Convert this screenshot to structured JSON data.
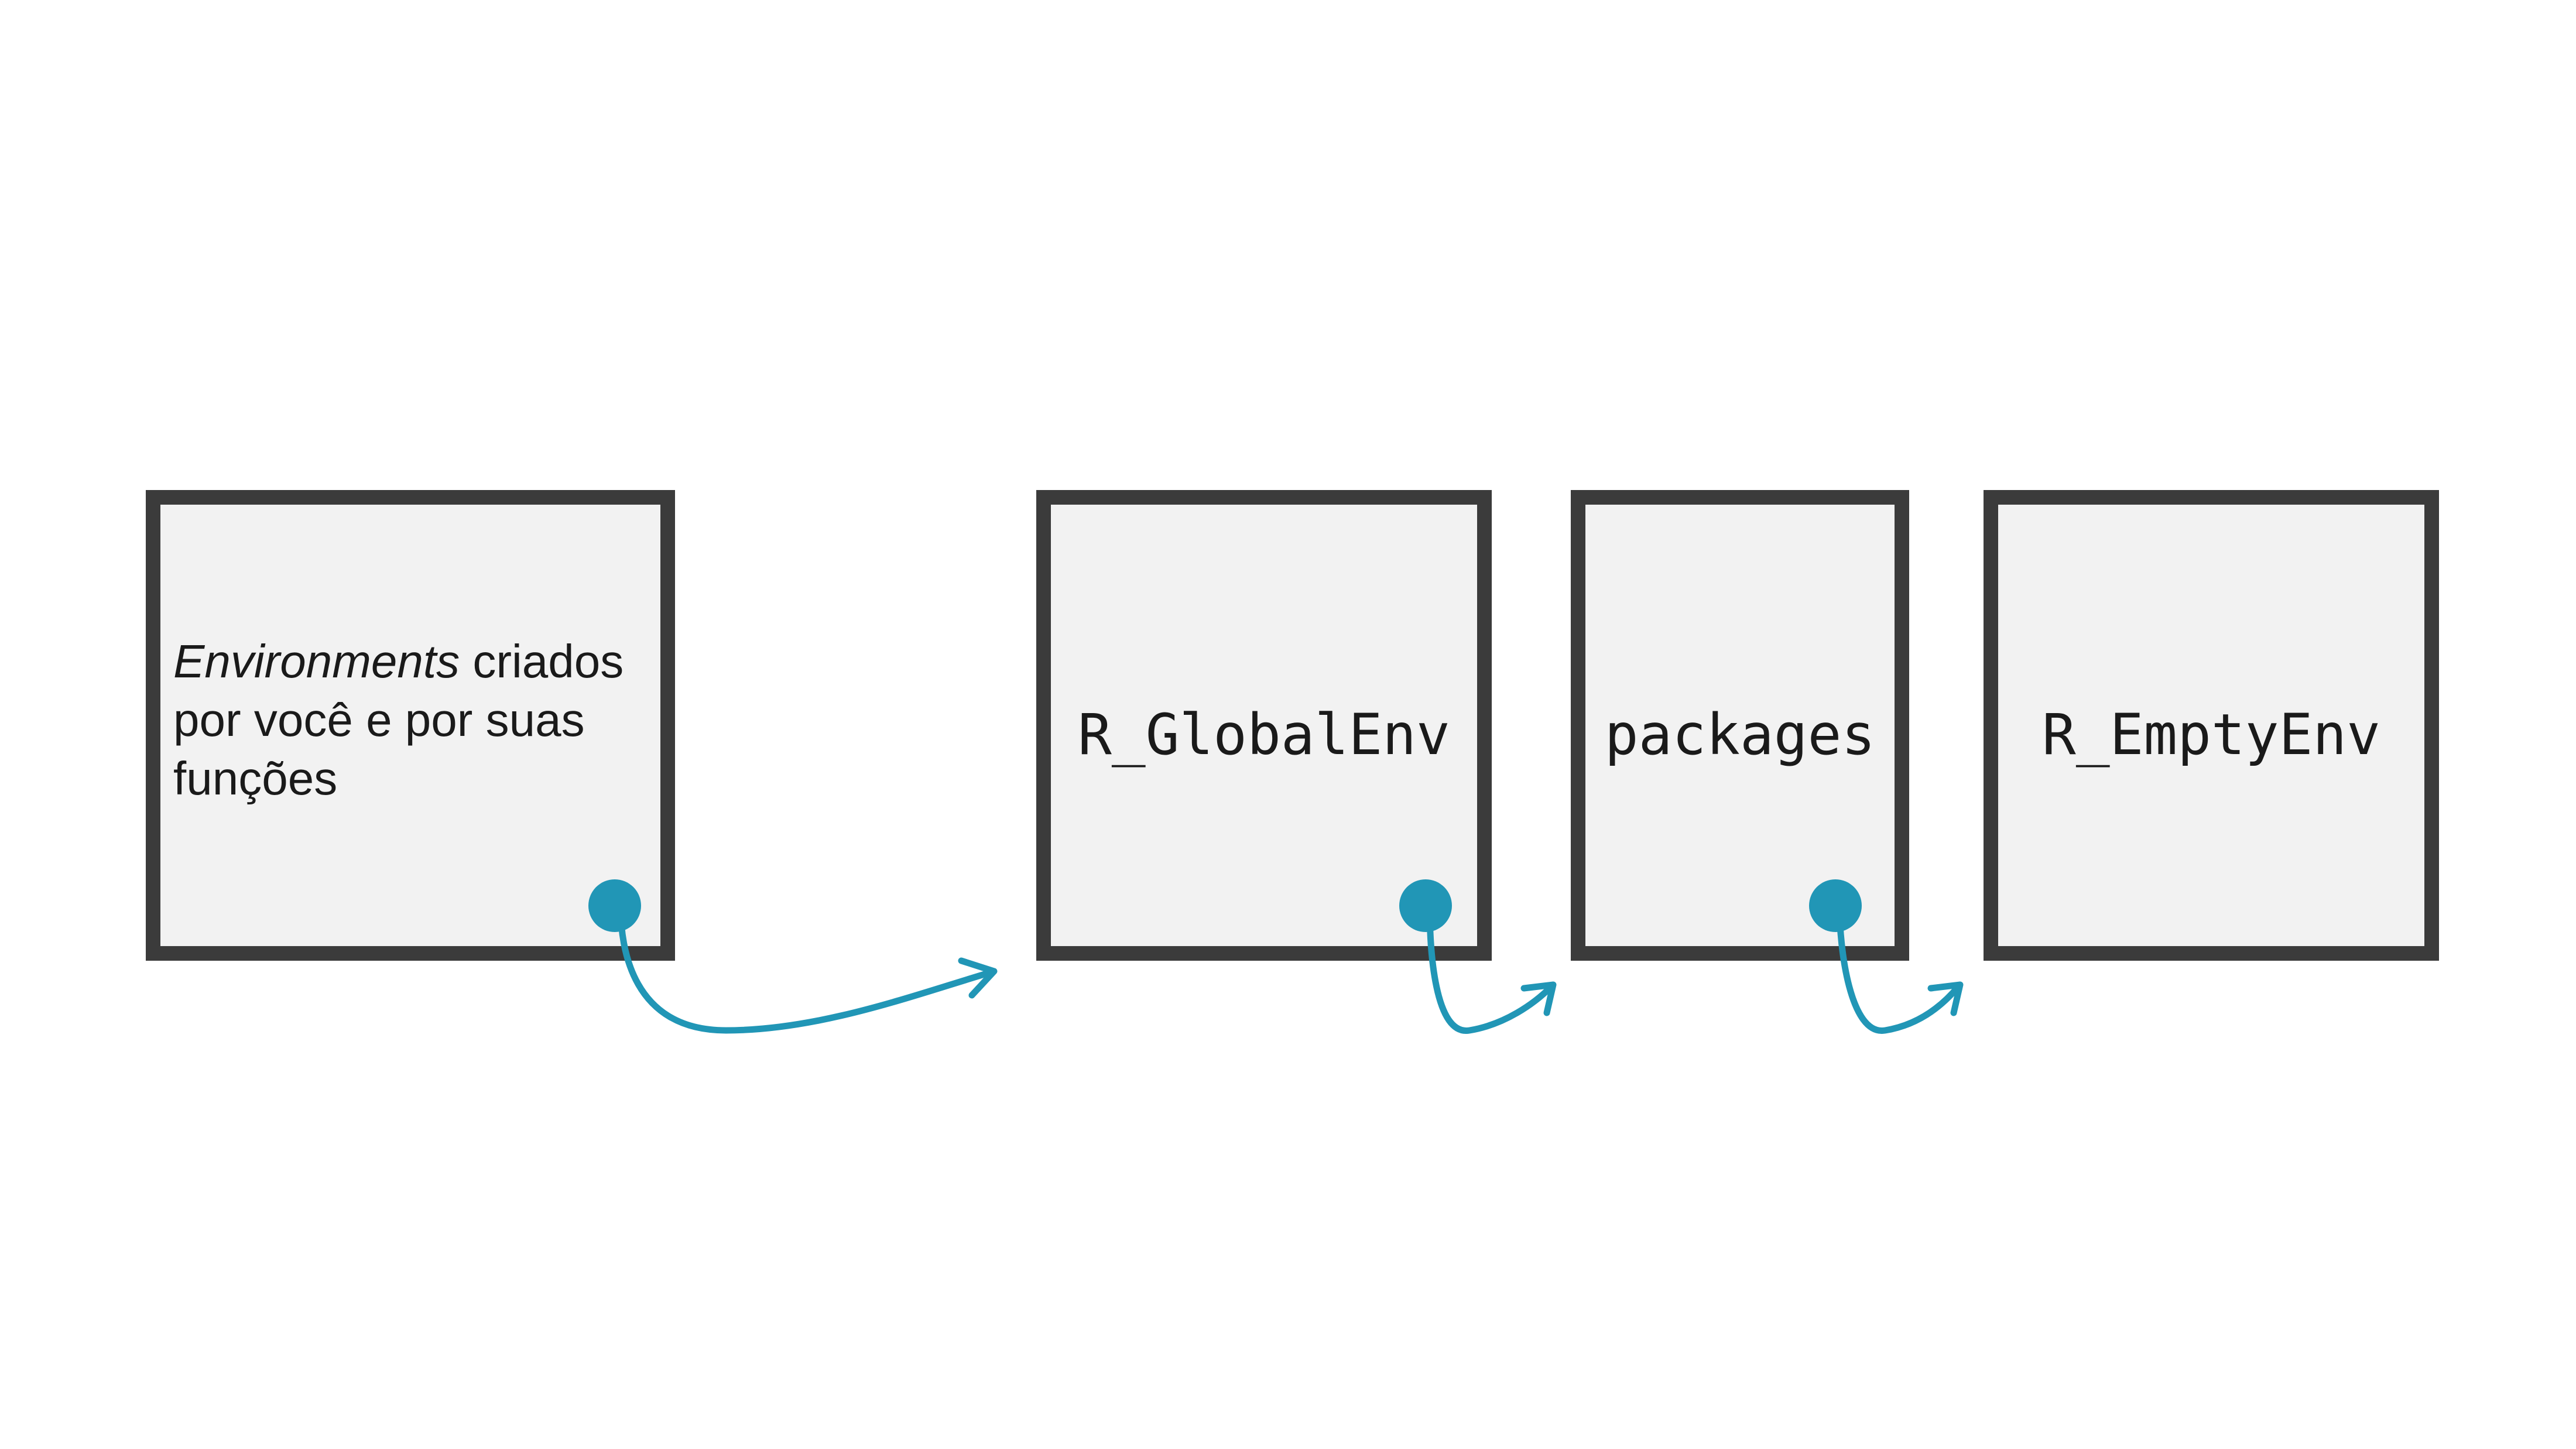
{
  "diagram": {
    "boxes": [
      {
        "id": "user",
        "label_italic": "Environments",
        "label_rest": " criados por você e por suas funções"
      },
      {
        "id": "global",
        "label": "R_GlobalEnv"
      },
      {
        "id": "packages",
        "label": "packages"
      },
      {
        "id": "empty",
        "label": "R_EmptyEnv"
      }
    ],
    "colors": {
      "box_border": "#3b3b3b",
      "box_fill": "#f2f2f2",
      "arrow": "#2196b6"
    }
  }
}
